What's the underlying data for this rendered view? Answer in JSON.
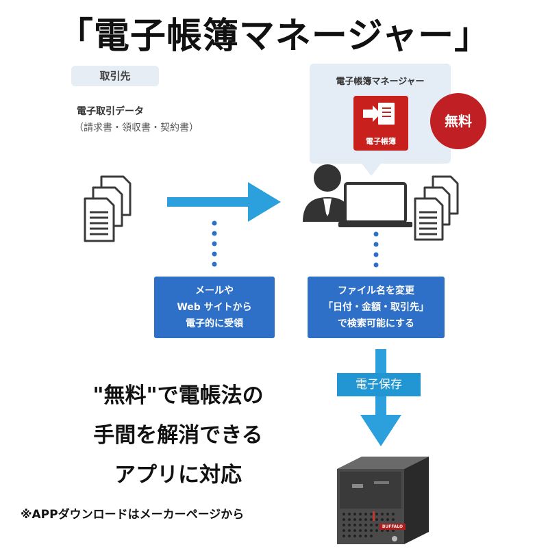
{
  "title": "「電子帳簿マネージャー」",
  "partner": {
    "tag": "取引先",
    "heading": "電子取引データ",
    "sub": "（請求書・領収書・契約書）"
  },
  "app": {
    "name": "電子帳簿マネージャー",
    "icon_label": "電子帳簿",
    "free_badge": "無料"
  },
  "steps": {
    "receive": [
      "メールや",
      "Web サイトから",
      "電子的に受領"
    ],
    "rename": [
      "ファイル名を変更",
      "「日付・金額・取引先」",
      "で検索可能にする"
    ]
  },
  "store_label": "電子保存",
  "slogan": [
    "\"無料\"で電帳法の",
    "手間を解消できる",
    "アプリに対応"
  ],
  "footnote": "※APPダウンロードはメーカーページから",
  "nas_brand": "BUFFALO",
  "colors": {
    "arrow_blue": "#2ba0dc",
    "box_blue": "#2e6fc7",
    "badge_red": "#c01f23",
    "app_red": "#c8201c"
  }
}
